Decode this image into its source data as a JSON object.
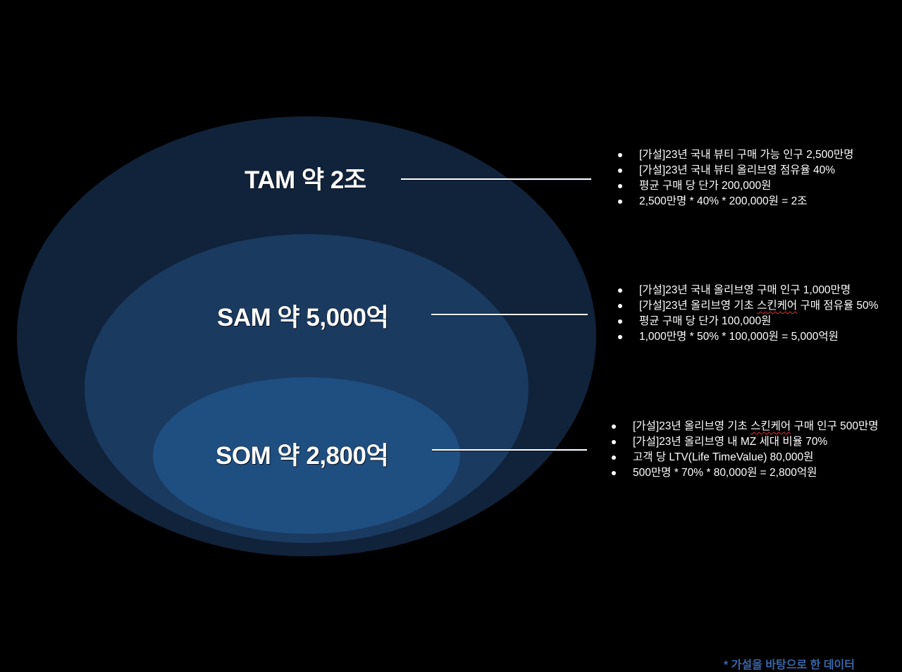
{
  "diagram": {
    "type": "nested-ellipses (TAM/SAM/SOM)",
    "colors": {
      "background": "#000000",
      "tam_fill": "#10233b",
      "sam_fill": "#1a3a60",
      "som_fill": "#1f4e80",
      "text": "#ffffff",
      "footnote": "#3a66a8"
    },
    "tam": {
      "label": "TAM 약 2조",
      "bullets": [
        "[가설]23년 국내 뷰티 구매 가능 인구 2,500만명",
        "[가설]23년 국내 뷰티 올리브영 점유율 40%",
        "평균 구매 당 단가 200,000원",
        "2,500만명 * 40% * 200,000원 = 2조"
      ]
    },
    "sam": {
      "label": "SAM 약 5,000억",
      "bullets": [
        "[가설]23년 국내 올리브영 구매 인구 1,000만명",
        {
          "pre": "[가설]23년 올리브영 기초 ",
          "squiggle": "스킨케어",
          "post": " 구매 점유율 50%"
        },
        "평균 구매 당 단가 100,000원",
        "1,000만명 * 50% * 100,000원 = 5,000억원"
      ]
    },
    "som": {
      "label": "SOM 약 2,800억",
      "bullets": [
        {
          "pre": "[가설]23년 올리브영 기초 ",
          "squiggle": "스킨케어",
          "post": " 구매 인구 500만명"
        },
        "[가설]23년 올리브영 내 MZ 세대 비율 70%",
        "고객 당 LTV(Life TimeValue) 80,000원",
        "500만명 * 70% * 80,000원 = 2,800억원"
      ]
    },
    "footnote": "* 가설을 바탕으로 한 데이터"
  }
}
